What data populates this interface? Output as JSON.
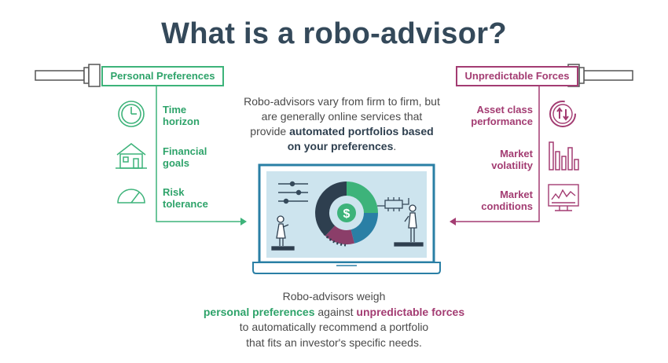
{
  "title": "What is a robo-advisor?",
  "left_panel": {
    "heading": "Personal Preferences",
    "items": [
      {
        "icon": "clock-icon",
        "label_line1": "Time",
        "label_line2": "horizon"
      },
      {
        "icon": "house-icon",
        "label_line1": "Financial",
        "label_line2": "goals"
      },
      {
        "icon": "gauge-icon",
        "label_line1": "Risk",
        "label_line2": "tolerance"
      }
    ]
  },
  "right_panel": {
    "heading": "Unpredictable Forces",
    "items": [
      {
        "icon": "cycle-arrows-icon",
        "label_line1": "Asset class",
        "label_line2": "performance"
      },
      {
        "icon": "bar-chart-icon",
        "label_line1": "Market",
        "label_line2": "volatility"
      },
      {
        "icon": "monitor-chart-icon",
        "label_line1": "Market",
        "label_line2": "conditions"
      }
    ]
  },
  "description": {
    "part1": "Robo-advisors vary from firm to firm, but are generally online services that provide ",
    "bold": "automated portfolios based on your preferences",
    "part2": "."
  },
  "center": {
    "dollar_symbol": "$"
  },
  "footer": {
    "line1": "Robo-advisors weigh",
    "highlight_green": "personal preferences",
    "middle": " against ",
    "highlight_purple": "unpredictable forces",
    "line3": "to automatically recommend a portfolio",
    "line4": "that fits an investor's specific needs."
  },
  "colors": {
    "green": "#3db37a",
    "purple": "#a33c72",
    "navy": "#34495a",
    "teal": "#2a7fa5",
    "screen": "#cde4ee"
  }
}
